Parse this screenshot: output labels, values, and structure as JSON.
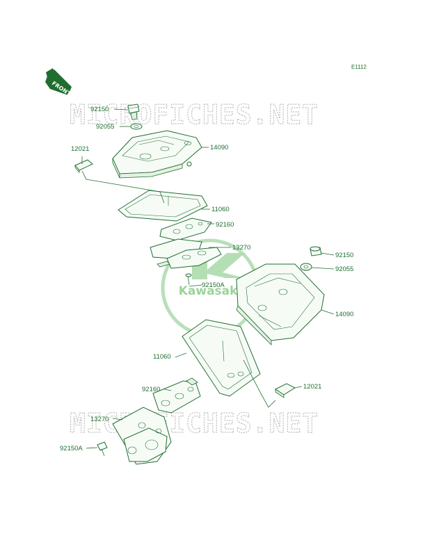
{
  "ref_code": "E1112",
  "front_label": "FRONT",
  "watermark": "MICROFICHES.NET",
  "logo": {
    "letter": "K",
    "text": "Kawasaki"
  },
  "colors": {
    "line": "#1f6e2f",
    "watermark": "#bdbdbd",
    "logo": "#9bd39b"
  },
  "callouts": [
    {
      "id": "top-bolt",
      "text": "92150"
    },
    {
      "id": "top-washer",
      "text": "92055"
    },
    {
      "id": "top-cap",
      "text": "12021"
    },
    {
      "id": "top-cover",
      "text": "14090"
    },
    {
      "id": "top-gasket",
      "text": "11060"
    },
    {
      "id": "top-plate-gasket",
      "text": "92160"
    },
    {
      "id": "top-plate",
      "text": "13270"
    },
    {
      "id": "top-screw",
      "text": "92150A"
    },
    {
      "id": "right-bolt",
      "text": "92150"
    },
    {
      "id": "right-washer",
      "text": "92055"
    },
    {
      "id": "right-cover",
      "text": "14090"
    },
    {
      "id": "lower-gasket",
      "text": "11060"
    },
    {
      "id": "lower-cap",
      "text": "12021"
    },
    {
      "id": "lower-plate-gasket",
      "text": "92160"
    },
    {
      "id": "lower-plate",
      "text": "13270"
    },
    {
      "id": "lower-screw",
      "text": "92150A"
    }
  ]
}
